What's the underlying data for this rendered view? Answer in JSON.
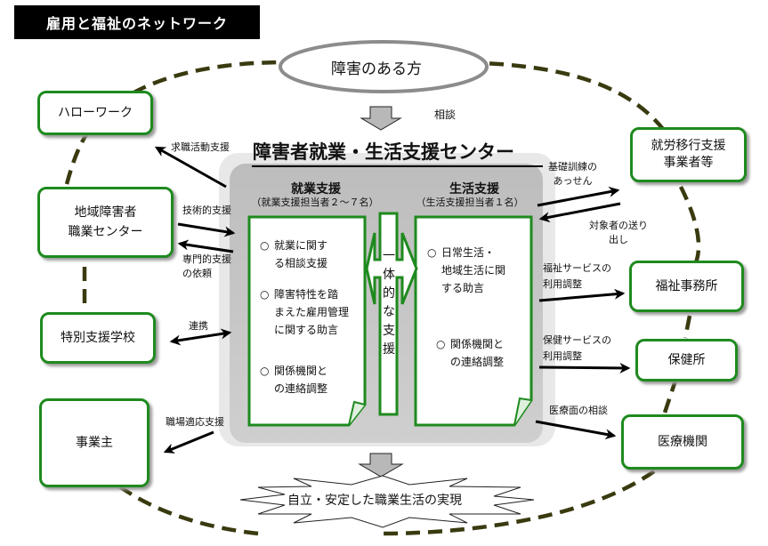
{
  "title": "雇用と福祉のネットワーク",
  "person": "障害のある方",
  "consult_label": "相談",
  "center": {
    "title": "障害者就業・生活支援センター",
    "employment": {
      "heading": "就業支援",
      "staff": "（就業支援担当者２～７名）",
      "items": [
        [
          "就業に関す",
          "る相談支援"
        ],
        [
          "障害特性を踏",
          "まえた雇用管理",
          "に関する助言"
        ],
        [
          "関係機関と",
          "の連絡調整"
        ]
      ]
    },
    "life": {
      "heading": "生活支援",
      "staff": "（生活支援担当者１名）",
      "items": [
        [
          "日常生活・",
          "地域生活に関",
          "する助言"
        ],
        [
          "関係機関と",
          "の連絡調整"
        ]
      ]
    },
    "integrated": [
      "一",
      "体",
      "的",
      "な",
      "支",
      "援"
    ],
    "bullet": "○"
  },
  "goal": "自立・安定した職業生活の実現",
  "left_nodes": [
    {
      "id": "hello-work",
      "lines": [
        "ハローワーク"
      ]
    },
    {
      "id": "regional-center",
      "lines": [
        "地域障害者",
        "職業センター"
      ]
    },
    {
      "id": "special-school",
      "lines": [
        "特別支援学校"
      ]
    },
    {
      "id": "employer",
      "lines": [
        "事業主"
      ]
    }
  ],
  "right_nodes": [
    {
      "id": "transition-provider",
      "lines": [
        "就労移行支援",
        "事業者等"
      ]
    },
    {
      "id": "welfare-office",
      "lines": [
        "福祉事務所"
      ]
    },
    {
      "id": "health-center",
      "lines": [
        "保健所"
      ]
    },
    {
      "id": "medical-institution",
      "lines": [
        "医療機関"
      ]
    }
  ],
  "connections": {
    "job_search": "求職活動支援",
    "technical": "技術的支援",
    "specialist_request": [
      "専門的支援",
      "の依頼"
    ],
    "cooperation": "連携",
    "workplace_adaptation": "職場適応支援",
    "basic_training": [
      "基礎訓練の",
      "あっせん"
    ],
    "referral": [
      "対象者の送り",
      "出し"
    ],
    "welfare_service": [
      "福祉サービスの",
      "利用調整"
    ],
    "health_service": [
      "保健サービスの",
      "利用調整"
    ],
    "medical_consult": "医療面の相談"
  },
  "colors": {
    "node_border": "#1e8a1e",
    "dash_ring": "#3a3a10",
    "center_bg": "#c8c8c8",
    "title_bg": "#000000",
    "ellipse_border": "#8c8c8c"
  }
}
